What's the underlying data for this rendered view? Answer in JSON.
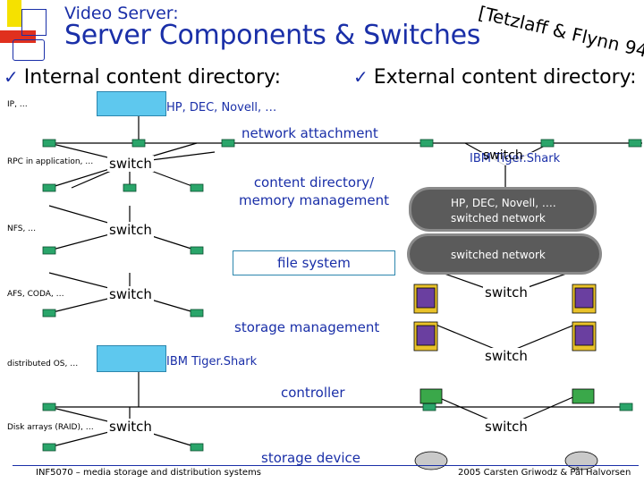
{
  "header": {
    "subtitle": "Video Server:",
    "title": "Server Components & Switches",
    "reference": "[Tetzlaff & Flynn 94]"
  },
  "bullets": {
    "internal": "Internal content directory:",
    "external": "External content directory:"
  },
  "internal_layers": [
    {
      "label": "IP, …"
    },
    {
      "label": "RPC in application, …"
    },
    {
      "label": "NFS, …"
    },
    {
      "label": "AFS, CODA, …"
    },
    {
      "label": "distributed OS, …"
    },
    {
      "label": "Disk arrays (RAID), …"
    }
  ],
  "center_labels": {
    "hp_dec_novell": "HP, DEC, Novell, …",
    "network_attachment": "network attachment",
    "content_directory": "content directory/ memory management",
    "file_system": "file system",
    "storage_management": "storage management",
    "ibm_tigershark": "IBM Tiger.Shark",
    "controller": "controller",
    "storage_device": "storage device"
  },
  "switch_label": "switch",
  "external_labels": {
    "ibm_tigershark": "IBM Tiger.Shark",
    "hp_dec_novell": "HP, DEC, Novell, ….",
    "switched_network_1": "switched network",
    "switched_network_2": "switched network",
    "switch_1": "switch",
    "switch_2": "switch",
    "switch_3": "switch",
    "switch_4": "switch"
  },
  "footer": {
    "left": "INF5070 – media storage and distribution systems",
    "right": "2005  Carsten Griwodz & Pål Halvorsen"
  },
  "colors": {
    "title": "#1a2fa8",
    "node_fill": "#5ec8ee",
    "node_border": "#2c86ad",
    "link": "#000000",
    "cloud": "#5b5b5b",
    "logo_yellow": "#f5e100",
    "logo_red": "#e0301e"
  }
}
